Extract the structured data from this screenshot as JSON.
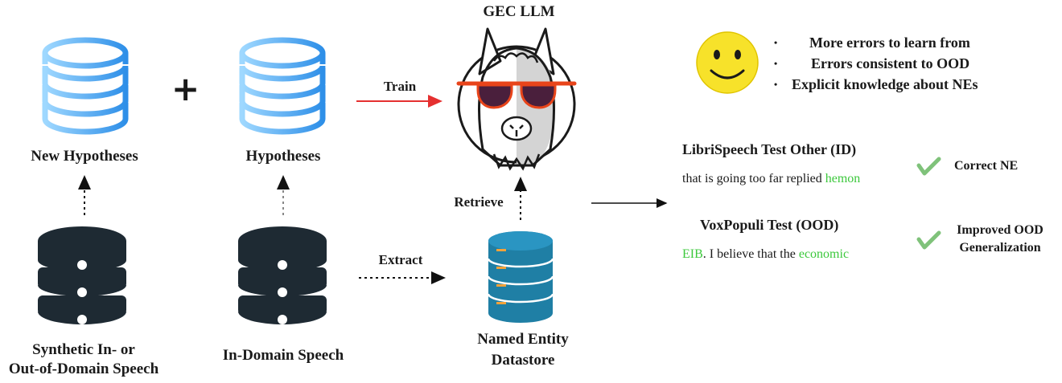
{
  "title": "GEC LLM",
  "plus_sign": "+",
  "left": {
    "new_hypotheses_label": "New Hypotheses",
    "hypotheses_label": "Hypotheses",
    "synthetic_speech_label_line1": "Synthetic In- or",
    "synthetic_speech_label_line2": "Out-of-Domain Speech",
    "in_domain_speech_label": "In-Domain Speech"
  },
  "arrows": {
    "train_label": "Train",
    "extract_label": "Extract",
    "retrieve_label": "Retrieve"
  },
  "datastore": {
    "label_line1": "Named Entity",
    "label_line2": "Datastore"
  },
  "benefits": {
    "items": [
      "More errors to learn from",
      "Errors consistent to OOD",
      "Explicit knowledge about NEs"
    ]
  },
  "results": {
    "id_title": "LibriSpeech Test Other (ID)",
    "id_text_prefix": "that is going too far replied ",
    "id_text_highlight": "hemon",
    "id_badge": "Correct NE",
    "ood_title": "VoxPopuli Test (OOD)",
    "ood_text_highlight1": "EIB",
    "ood_text_middle": ". I believe that the ",
    "ood_text_highlight2": "economic",
    "ood_badge_line1": "Improved OOD",
    "ood_badge_line2": "Generalization"
  },
  "colors": {
    "blue_db": "#3aa6f0",
    "dark_db": "#1e2a33",
    "teal_db": "#1f7fa5",
    "train_arrow": "#e53030",
    "highlight_green": "#3cc83c",
    "smiley": "#f7e22a"
  }
}
